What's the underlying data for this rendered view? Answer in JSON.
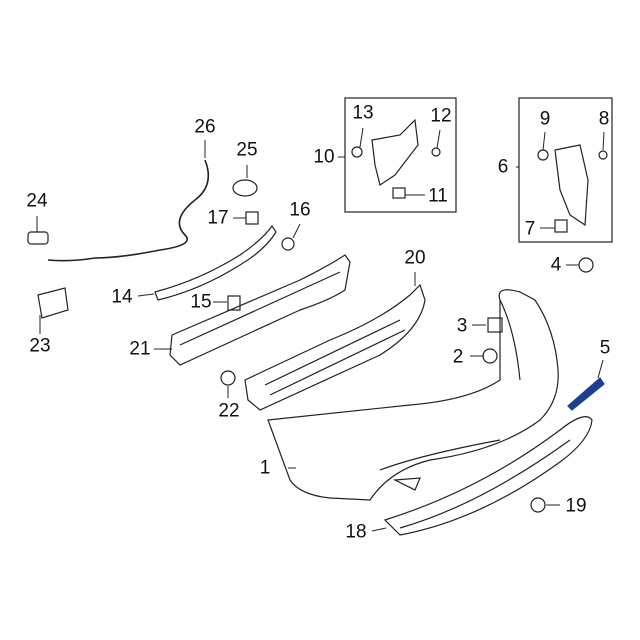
{
  "diagram": {
    "title": "Rear bumper assembly parts diagram",
    "highlight_color": "#1c3f8f",
    "callouts": {
      "n1": "1",
      "n2": "2",
      "n3": "3",
      "n4": "4",
      "n5": "5",
      "n6": "6",
      "n7": "7",
      "n8": "8",
      "n9": "9",
      "n10": "10",
      "n11": "11",
      "n12": "12",
      "n13": "13",
      "n14": "14",
      "n15": "15",
      "n16": "16",
      "n17": "17",
      "n18": "18",
      "n19": "19",
      "n20": "20",
      "n21": "21",
      "n22": "22",
      "n23": "23",
      "n24": "24",
      "n25": "25",
      "n26": "26"
    }
  }
}
